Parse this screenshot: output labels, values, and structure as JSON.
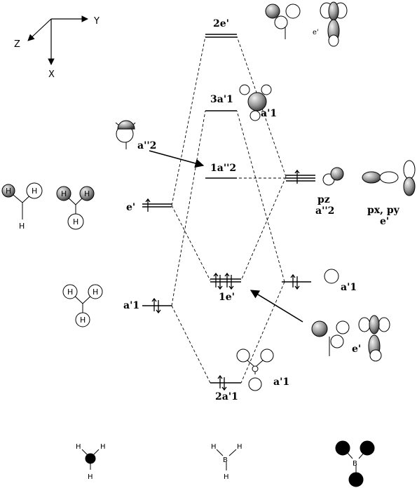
{
  "axes": {
    "y": "Y",
    "z": "Z",
    "x": "X"
  },
  "levels": {
    "2e_prime": "2e'",
    "3a1_prime": "3a'1",
    "1a2_dprime": "1a''2",
    "1e_prime": "1e'",
    "2a1_prime": "2a'1"
  },
  "h3_side": {
    "e_prime": "e'",
    "a1_prime": "a'1",
    "h": "H"
  },
  "b_side": {
    "e_prime_top": "e'",
    "a1_prime_mo": "a'1",
    "pz": "pz",
    "a2_dprime": "a''2",
    "pxpy": "px, py",
    "e_prime_p": "e'",
    "a1_prime_s": "a'1",
    "e_prime_bottom": "e'"
  },
  "orbital_labels": {
    "a2_dprime_left": "a''2",
    "a1_prime_bottom": "a'1"
  },
  "molecules": {
    "h": "H",
    "b": "B"
  }
}
